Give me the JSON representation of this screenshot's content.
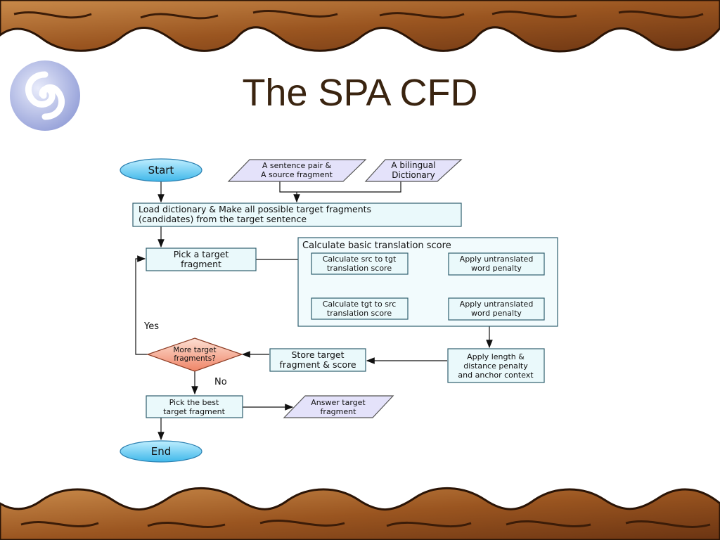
{
  "slide": {
    "title": "The SPA CFD"
  },
  "icons": {
    "logo": "swirl-logo-icon",
    "border": "decorative-wavy-border"
  },
  "colors": {
    "terminal_fill": "#5ec8f0",
    "process_fill": "#eaf9fb",
    "process_stroke": "#2f5f6f",
    "io_fill": "#e4e2fa",
    "decision_fill": "#f4a08a",
    "title_color": "#3a2410",
    "border_wood": "#a05a22"
  },
  "flow": {
    "start": "Start",
    "end": "End",
    "input_pair_l1": "A sentence pair &",
    "input_pair_l2": "A source fragment",
    "input_dict_l1": "A bilingual",
    "input_dict_l2": "Dictionary",
    "load_l1": "Load dictionary & Make all possible target  fragments",
    "load_l2": "(candidates) from the target sentence",
    "pick_l1": "Pick a target",
    "pick_l2": "fragment",
    "group_title": "Calculate basic translation score",
    "calc_src_l1": "Calculate src to tgt",
    "calc_src_l2": "translation score",
    "penalty1_l1": "Apply untranslated",
    "penalty1_l2": "word penalty",
    "calc_tgt_l1": "Calculate tgt to src",
    "calc_tgt_l2": "translation score",
    "penalty2_l1": "Apply untranslated",
    "penalty2_l2": "word penalty",
    "length_l1": "Apply length &",
    "length_l2": "distance penalty",
    "length_l3": "and anchor context",
    "store_l1": "Store target",
    "store_l2": "fragment & score",
    "decision_l1": "More target",
    "decision_l2": "fragments?",
    "yes": "Yes",
    "no": "No",
    "best_l1": "Pick the best",
    "best_l2": "target fragment",
    "answer_l1": "Answer target",
    "answer_l2": "fragment"
  }
}
